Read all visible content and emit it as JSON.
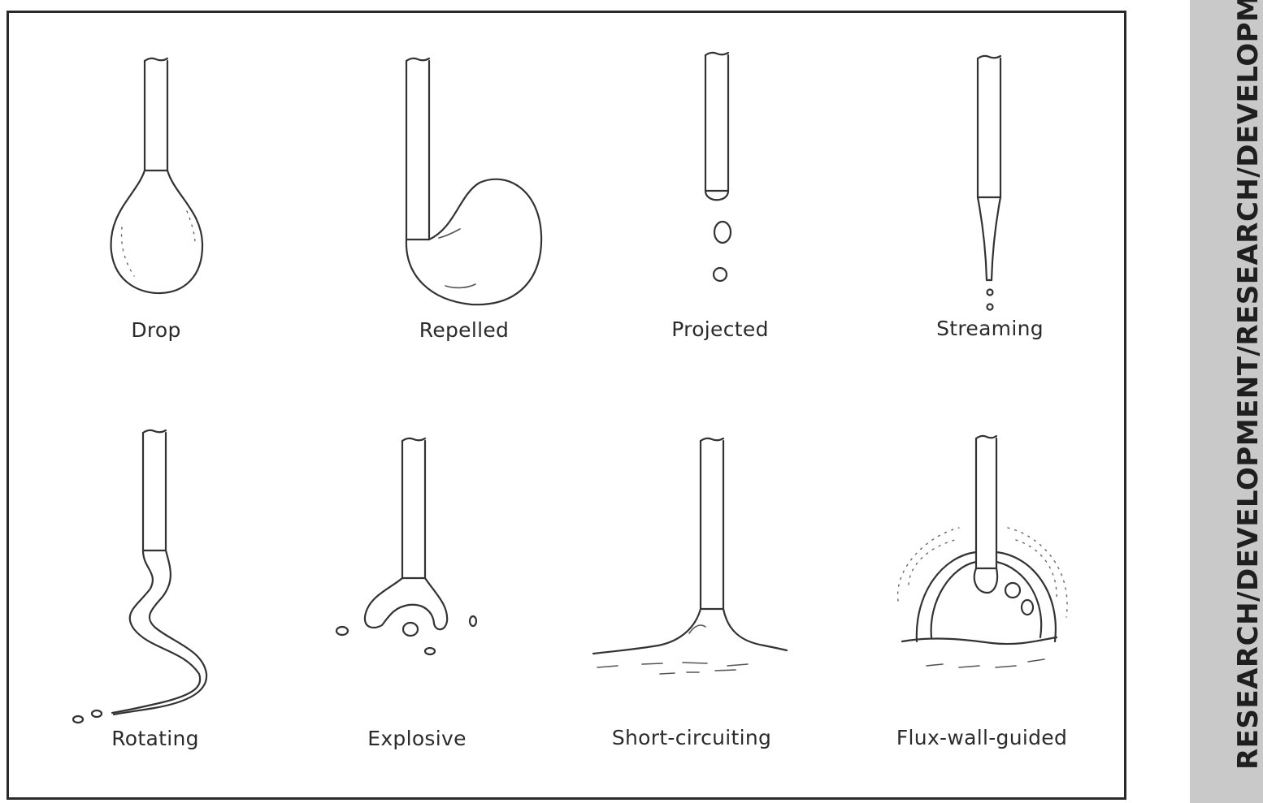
{
  "transfer_modes": [
    {
      "name": "Drop"
    },
    {
      "name": "Repelled"
    },
    {
      "name": "Projected"
    },
    {
      "name": "Streaming"
    },
    {
      "name": "Rotating"
    },
    {
      "name": "Explosive"
    },
    {
      "name": "Short-circuiting"
    },
    {
      "name": "Flux-wall-guided"
    }
  ],
  "side_banner": {
    "text": "RESEARCH/DEVELOPMENT/RESEARCH/DEVELOPMENT"
  },
  "colors": {
    "ink": "#333333",
    "frame": "#2a2a2a",
    "banner": "#c9c9c9"
  }
}
